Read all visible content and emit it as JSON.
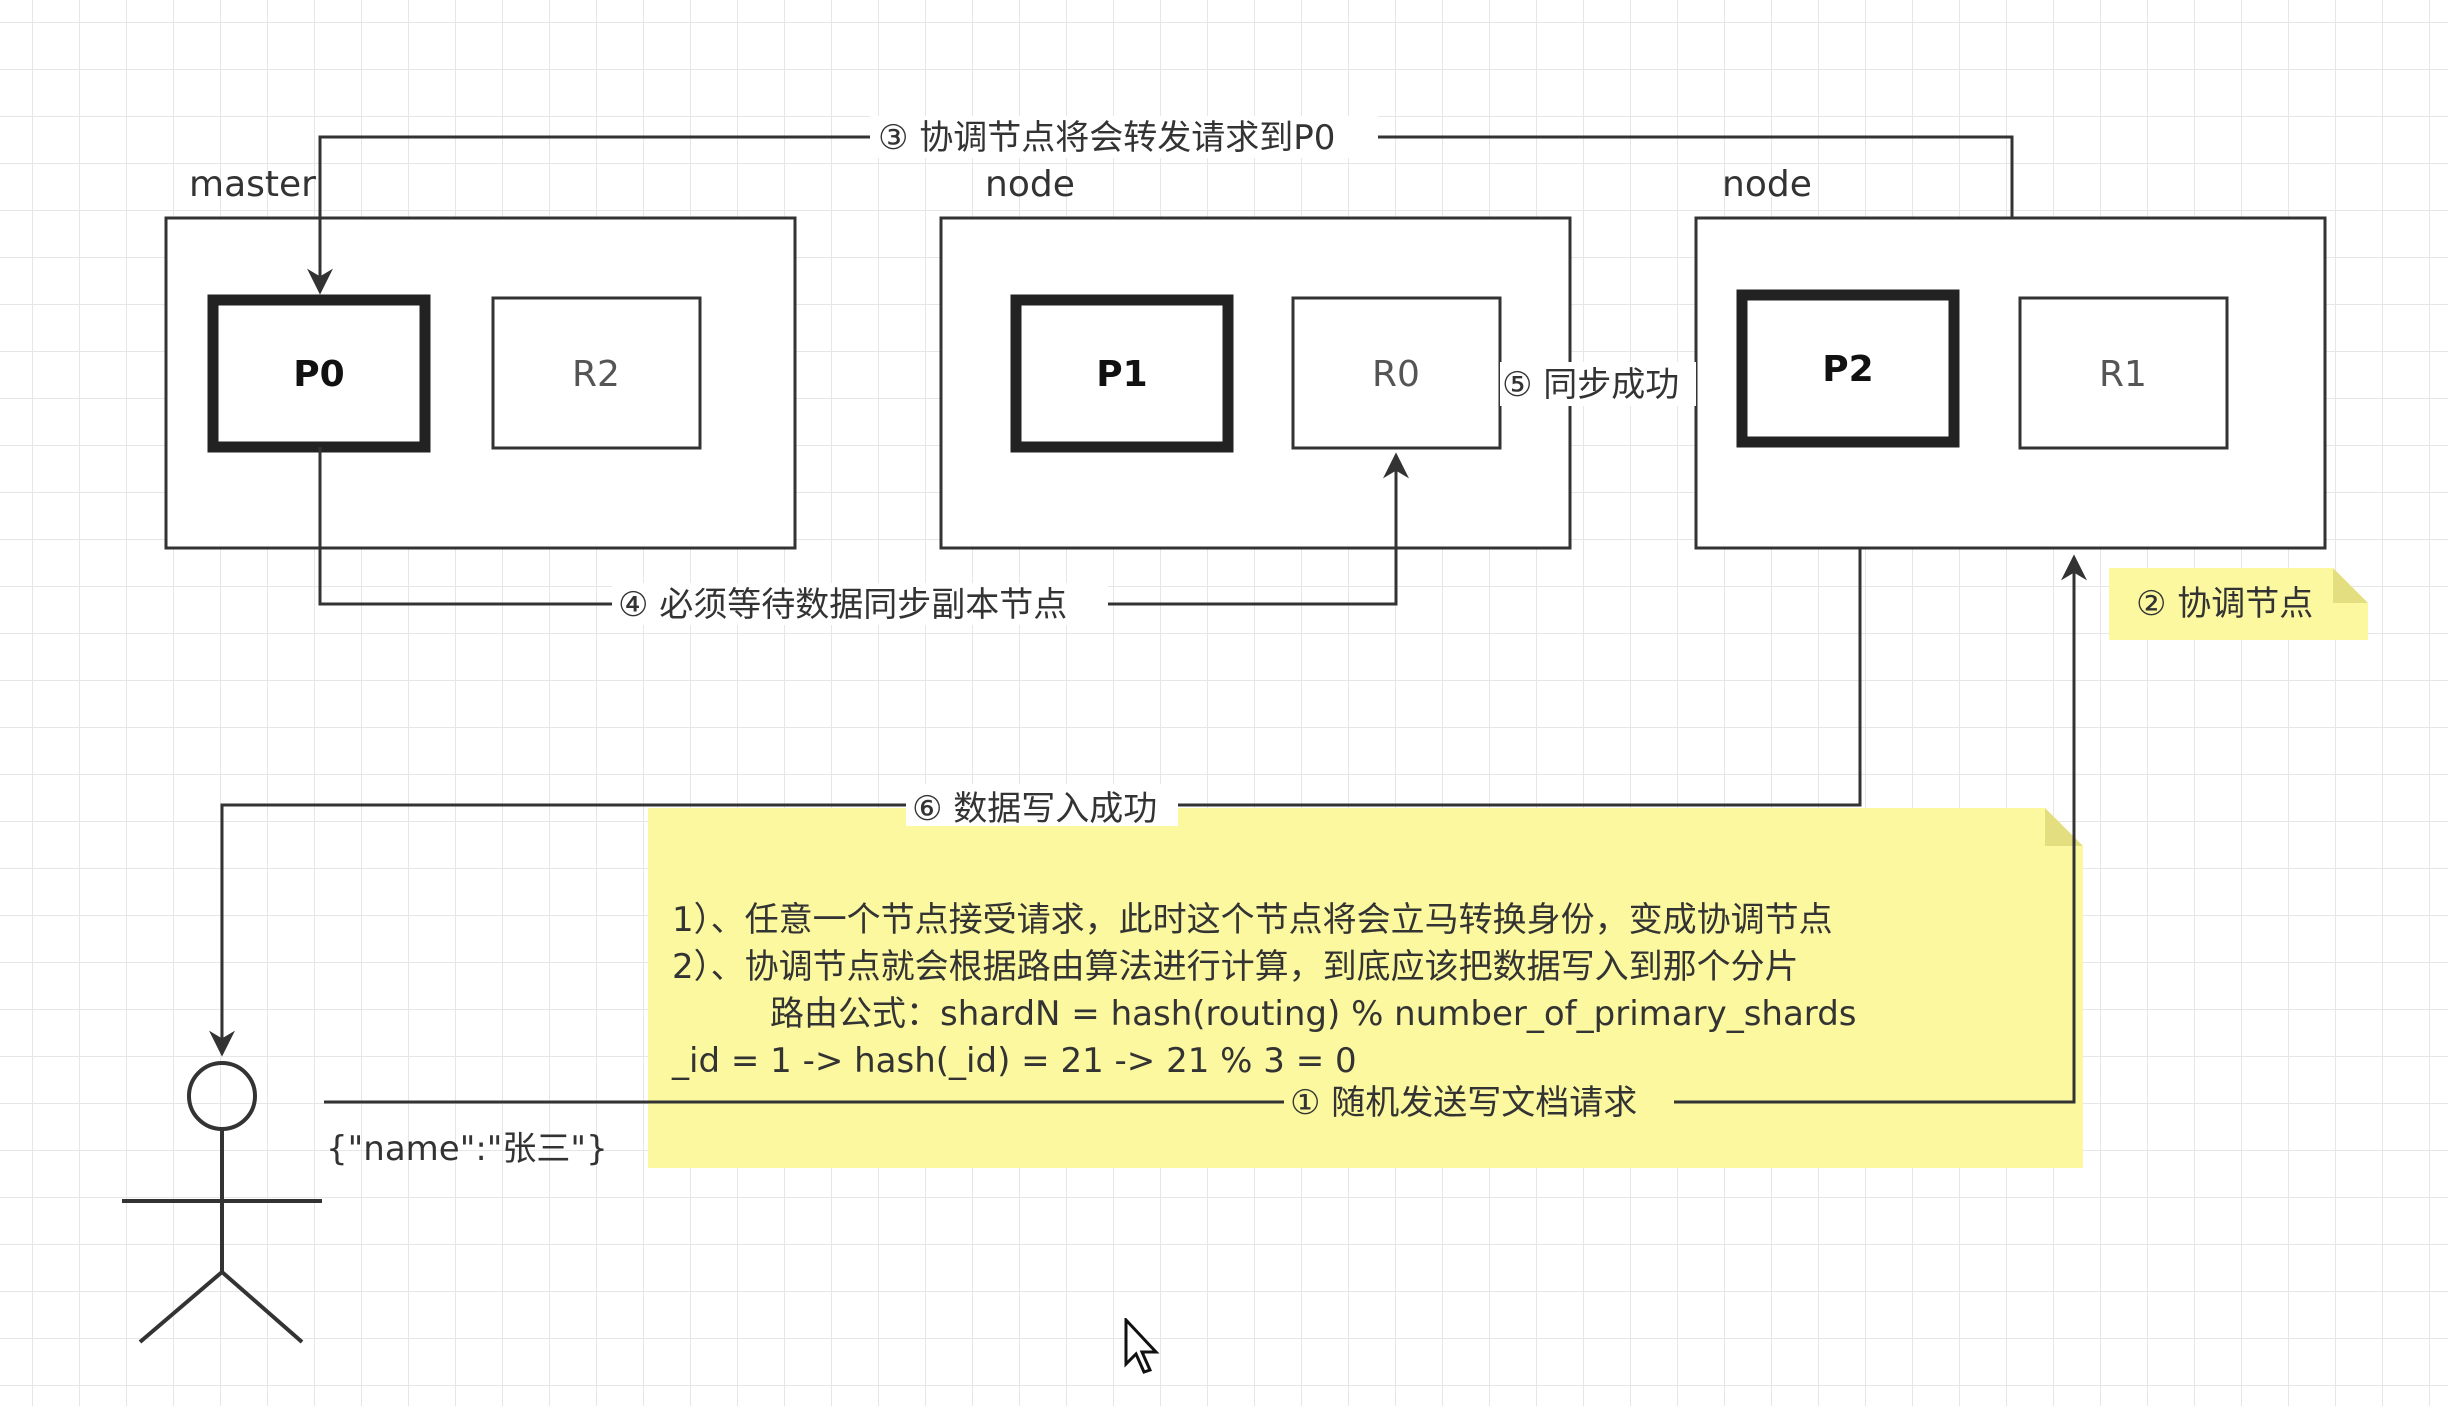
{
  "nodes": [
    {
      "label": "master",
      "primary": "P0",
      "replica": "R2"
    },
    {
      "label": "node",
      "primary": "P1",
      "replica": "R0"
    },
    {
      "label": "node",
      "primary": "P2",
      "replica": "R1"
    }
  ],
  "edges": {
    "step1": "① 随机发送写文档请求",
    "step2": "② 协调节点",
    "step3": "③ 协调节点将会转发请求到P0",
    "step4": "④ 必须等待数据同步副本节点",
    "step5": "⑤ 同步成功",
    "step6": "⑥ 数据写入成功"
  },
  "note": {
    "lines": [
      "1）、任意一个节点接受请求，此时这个节点将会立马转换身份，变成协调节点",
      "2）、协调节点就会根据路由算法进行计算，到底应该把数据写入到那个分片",
      "路由公式：shardN = hash(routing) % number_of_primary_shards",
      "_id = 1  -> hash(_id) = 21 -> 21 % 3 = 0"
    ]
  },
  "client": {
    "document": "{\"name\":\"张三\"}"
  },
  "colors": {
    "note_fill": "#fbf8a0",
    "note_fold": "#e3df80",
    "line": "#333333"
  }
}
